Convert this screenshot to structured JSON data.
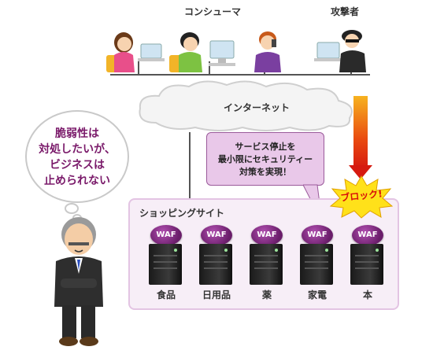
{
  "labels": {
    "consumer": "コンシューマ",
    "attacker": "攻撃者",
    "internet": "インターネット",
    "shopping_site": "ショッピングサイト",
    "block": "ブロック!"
  },
  "callout": {
    "line1": "サービス停止を",
    "line2": "最小限にセキュリティー",
    "line3": "対策を実現！"
  },
  "thought": {
    "line1": "脆弱性は",
    "line2": "対処したいが、",
    "line3": "ビジネスは",
    "line4": "止められない"
  },
  "servers": [
    {
      "waf": "WAF",
      "name": "食品"
    },
    {
      "waf": "WAF",
      "name": "日用品"
    },
    {
      "waf": "WAF",
      "name": "薬"
    },
    {
      "waf": "WAF",
      "name": "家電"
    },
    {
      "waf": "WAF",
      "name": "本"
    }
  ],
  "colors": {
    "waf_badge": "#7a2a7a",
    "callout_bg": "#e9c8e9",
    "thought_text": "#7a1a6a",
    "arrow": "#e94a10",
    "block_text": "#d8100a",
    "shop_box_bg": "#f7eef7"
  }
}
